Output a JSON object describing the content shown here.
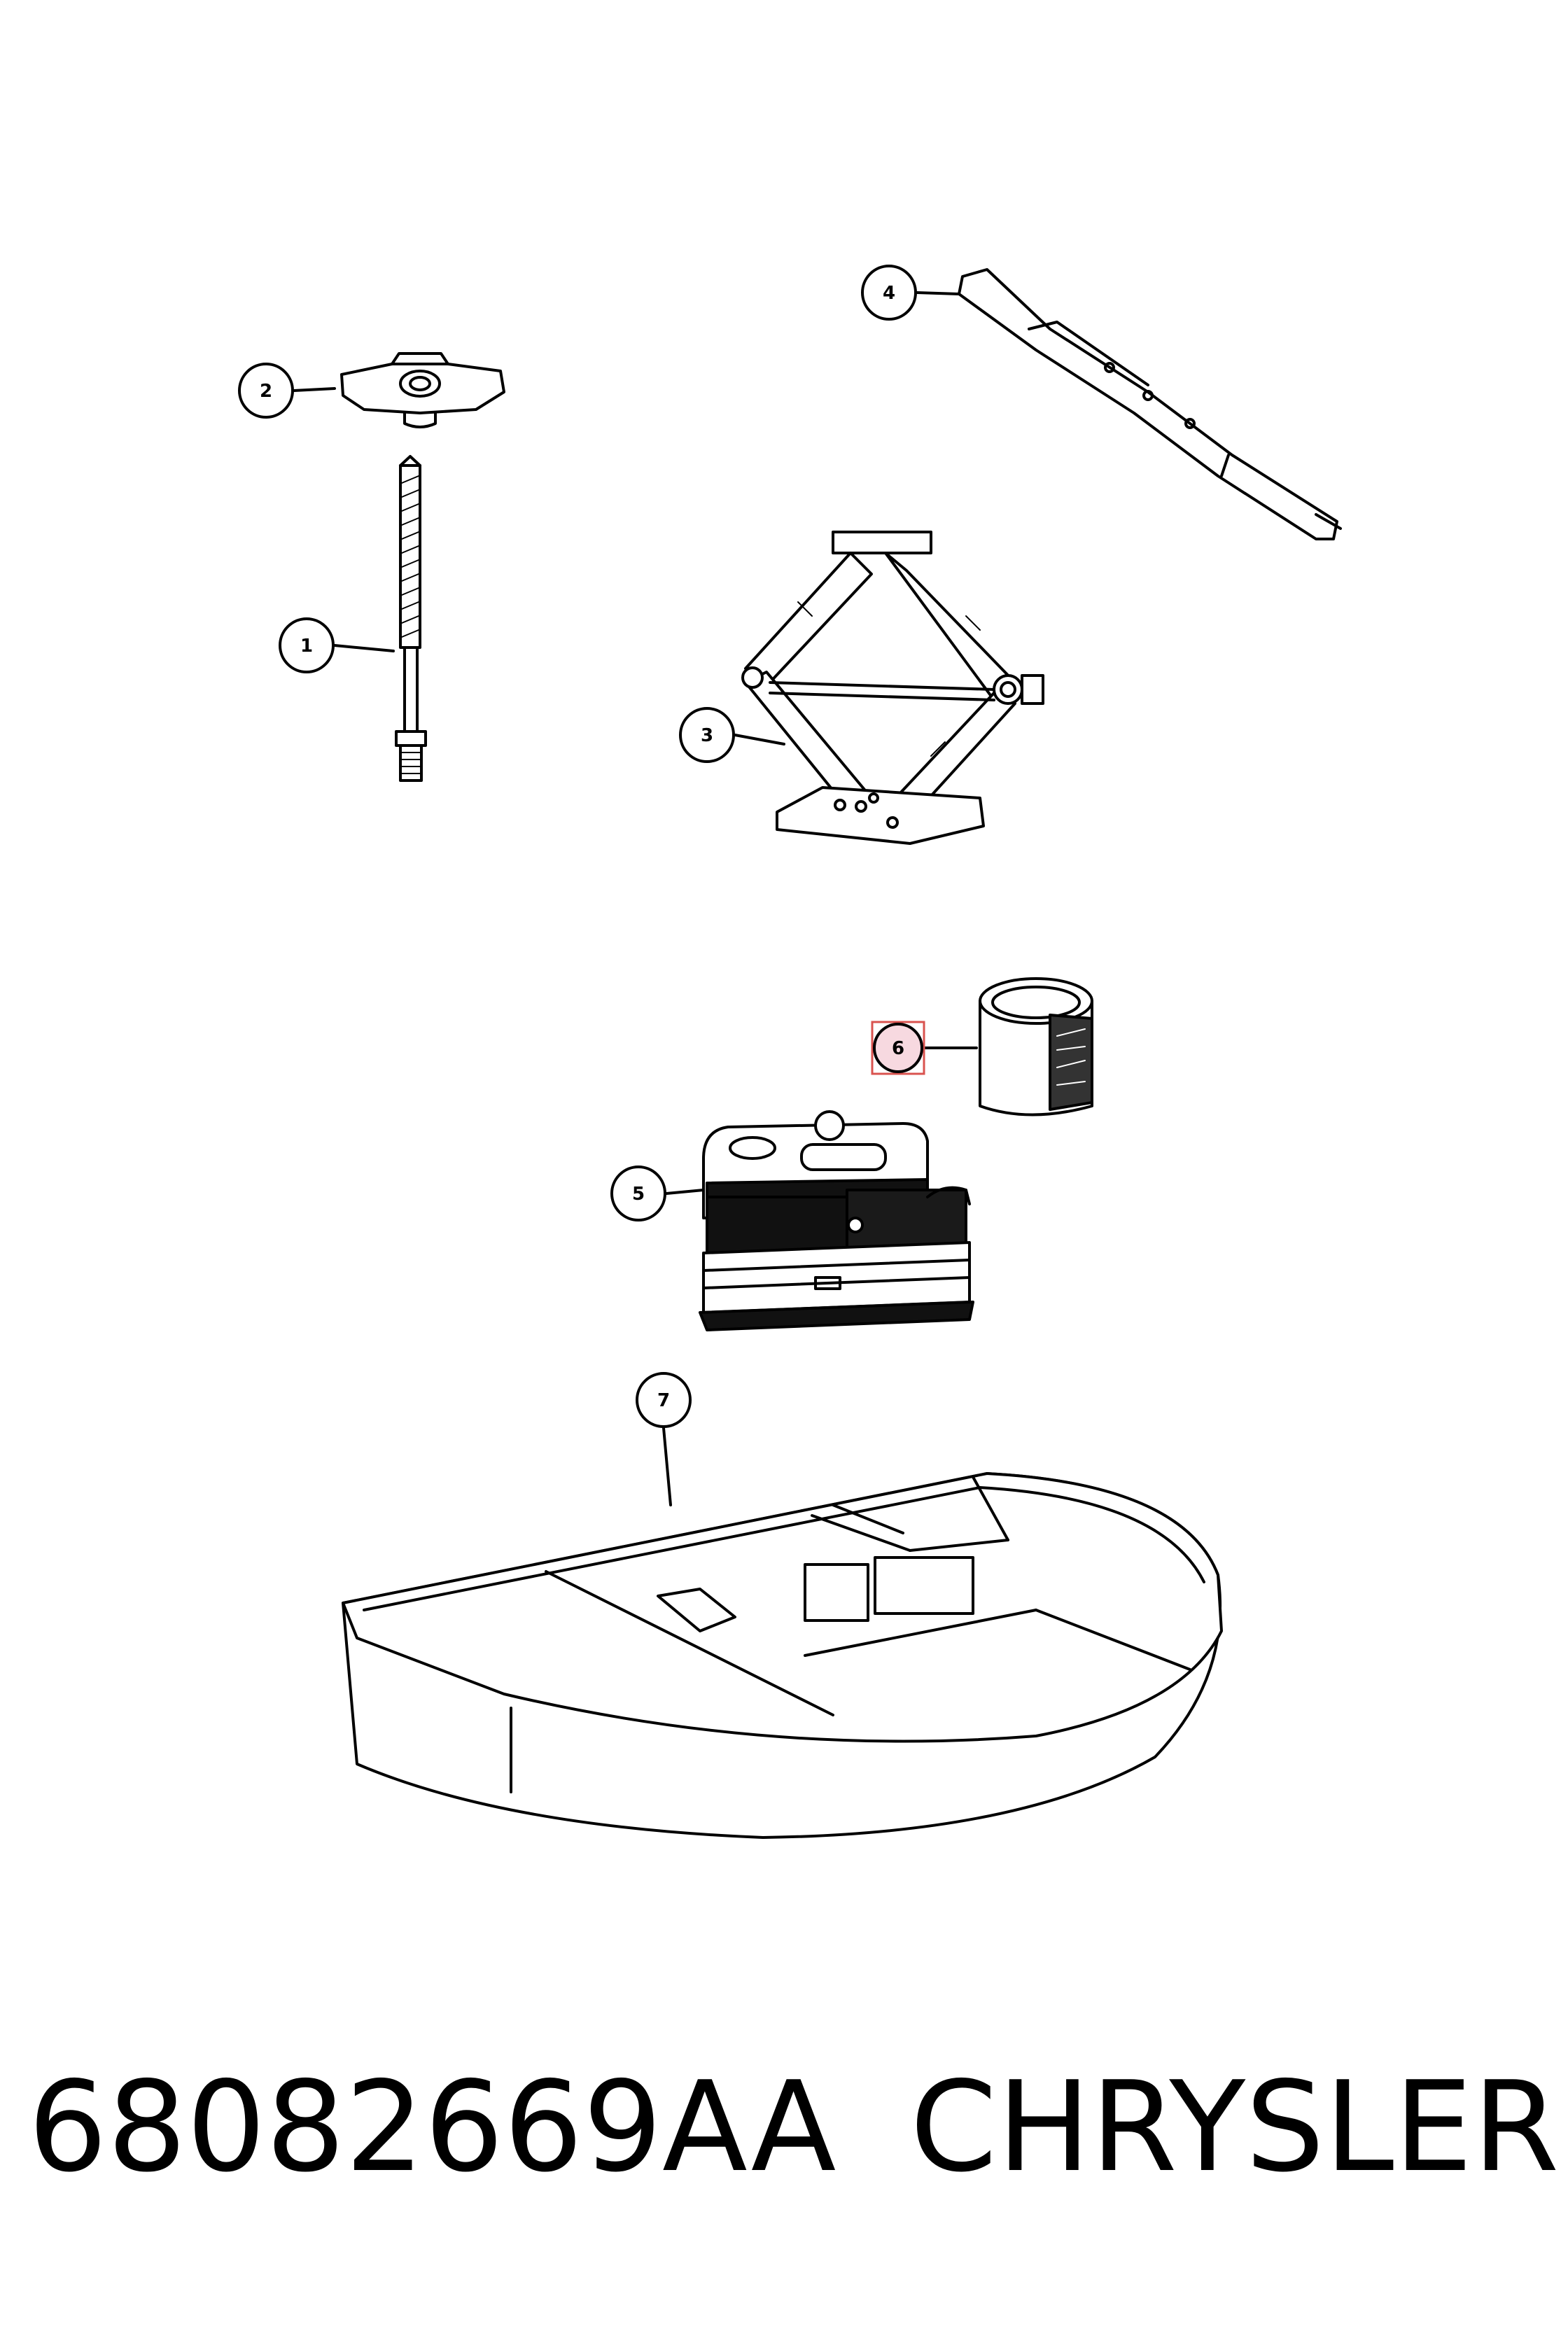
{
  "callouts": [
    {
      "id": "1",
      "label": "1",
      "highlighted": false
    },
    {
      "id": "2",
      "label": "2",
      "highlighted": false
    },
    {
      "id": "3",
      "label": "3",
      "highlighted": false
    },
    {
      "id": "4",
      "label": "4",
      "highlighted": false
    },
    {
      "id": "5",
      "label": "5",
      "highlighted": false
    },
    {
      "id": "6",
      "label": "6",
      "highlighted": true
    },
    {
      "id": "7",
      "label": "7",
      "highlighted": false
    }
  ],
  "highlight_color": "#f7d9e0",
  "highlight_border_color": "#d9534f",
  "caption": {
    "part_number": "68082669AA",
    "brand": "CHRYSLER"
  }
}
